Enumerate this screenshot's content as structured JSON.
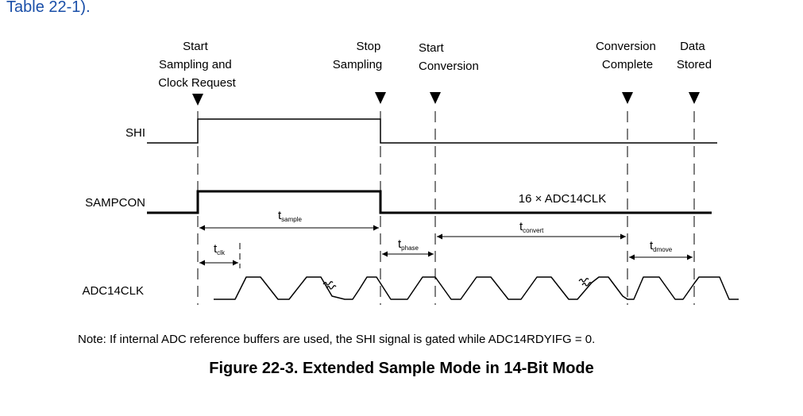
{
  "header": {
    "table_ref": "Table 22-1",
    "table_ref_suffix": ")."
  },
  "diagram": {
    "events": {
      "start_sampling": [
        "Start",
        "Sampling and",
        "Clock Request"
      ],
      "stop_sampling": [
        "Stop",
        "Sampling"
      ],
      "start_conversion": [
        "Start",
        "Conversion"
      ],
      "conversion_complete": [
        "Conversion",
        "Complete"
      ],
      "data_stored": [
        "Data",
        "Stored"
      ]
    },
    "signals": {
      "shi": "SHI",
      "sampcon": "SAMPCON",
      "adcclk": "ADC14CLK"
    },
    "conversion_cycles": "16 × ADC14CLK",
    "timings": {
      "t_sample": {
        "base": "t",
        "sub": "sample"
      },
      "t_clk": {
        "base": "t",
        "sub": "clk"
      },
      "t_phase": {
        "base": "t",
        "sub": "phase"
      },
      "t_convert": {
        "base": "t",
        "sub": "convert"
      },
      "t_dmove": {
        "base": "t",
        "sub": "dmove"
      }
    }
  },
  "note": "Note: If internal ADC reference buffers are used, the SHI signal is gated while  ADC14RDYIFG = 0.",
  "figure_title": "Figure 22-3. Extended Sample Mode in 14-Bit Mode"
}
